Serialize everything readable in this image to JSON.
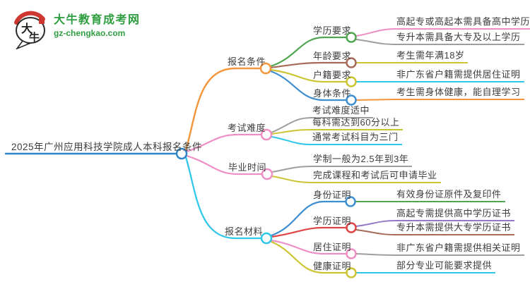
{
  "logo": {
    "title": "大牛教育成考网",
    "url": "gz-chengkao.com",
    "icon_chars": "大牛"
  },
  "mindmap": {
    "root": "2025年广州应用科技学院成人本科报名条件",
    "branches": [
      {
        "label": "报名条件",
        "children": [
          {
            "label": "学历要求",
            "leaves": [
              "高起专或高起本需具备高中学历",
              "专升本需具备大专及以上学历"
            ]
          },
          {
            "label": "年龄要求",
            "leaves": [
              "考生需年满18岁"
            ]
          },
          {
            "label": "户籍要求",
            "leaves": [
              "非广东省户籍需提供居住证明"
            ]
          },
          {
            "label": "身体条件",
            "leaves": [
              "考生需身体健康，能自理学习"
            ]
          }
        ]
      },
      {
        "label": "考试难度",
        "leaves": [
          "考试难度适中",
          "每科需达到60分以上",
          "通常考试科目为三门"
        ]
      },
      {
        "label": "毕业时间",
        "leaves": [
          "学制一般为2.5年到3年",
          "完成课程和考试后可申请毕业"
        ]
      },
      {
        "label": "报名材料",
        "children": [
          {
            "label": "身份证明",
            "leaves": [
              "有效身份证原件及复印件"
            ]
          },
          {
            "label": "学历证明",
            "leaves": [
              "高起专需提供高中学历证书",
              "专升本需提供大专学历证书"
            ]
          },
          {
            "label": "居住证明",
            "leaves": [
              "非广东省户籍需提供相关证明"
            ]
          },
          {
            "label": "健康证明",
            "leaves": [
              "部分专业可能要求提供"
            ]
          }
        ]
      }
    ]
  },
  "palette": {
    "root_blue": "#2e86c8",
    "orange": "#f5953b",
    "pink": "#ee8ec5",
    "cyan": "#2ec6e9",
    "blue": "#3e8ed0",
    "green": "#52a651",
    "brown": "#a66a58",
    "olive": "#cdc433",
    "gray": "#9e9e9e",
    "purple": "#9678c8",
    "red": "#e04545",
    "logo_green": "#2f9e41",
    "text": "#3d3d3d"
  }
}
